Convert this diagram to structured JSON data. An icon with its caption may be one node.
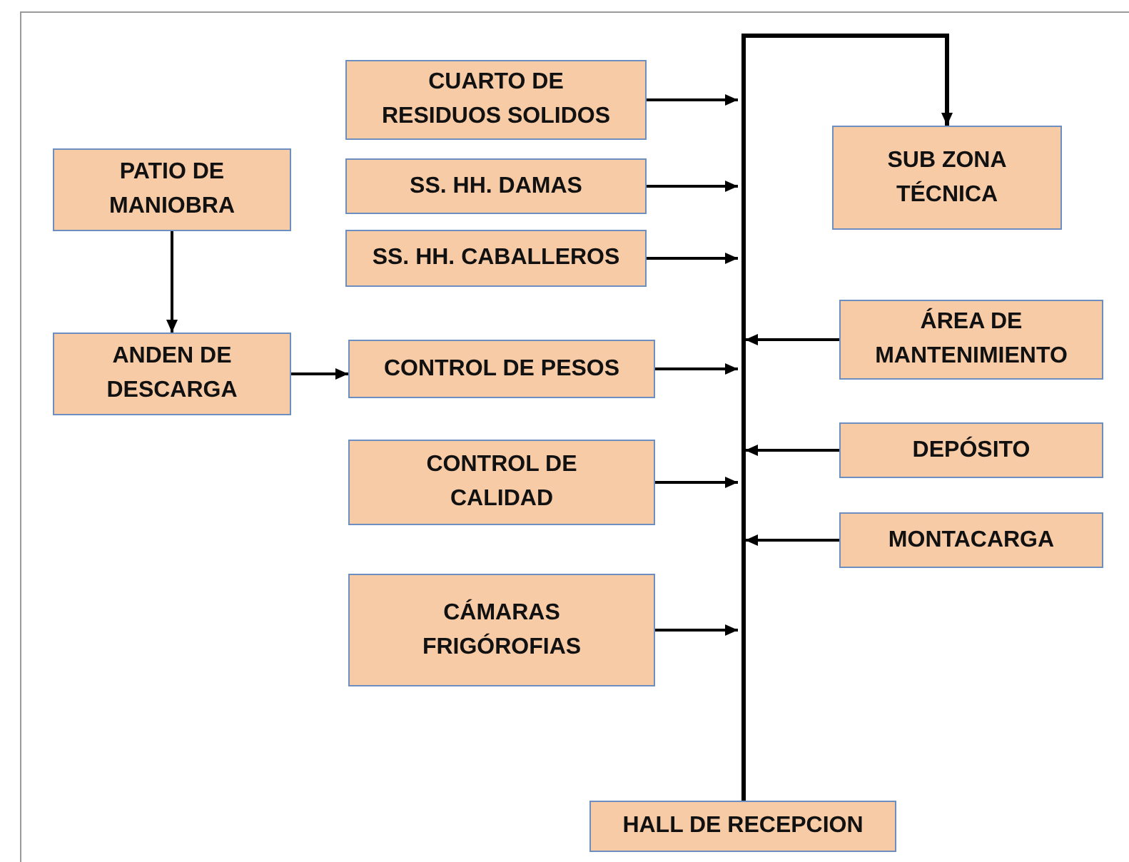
{
  "diagram": {
    "nodes": [
      {
        "text": [
          "CUARTO DE RESIDUOS SOLIDOS"
        ]
      },
      {
        "text": [
          "SUB ZONA TÉCNICA"
        ]
      },
      {
        "text": [
          "PATIO DE MANIOBRA"
        ]
      },
      {
        "text": [
          "SS. HH. DAMAS"
        ]
      },
      {
        "text": [
          "SS. HH. CABALLEROS"
        ]
      },
      {
        "text": [
          "ANDEN DE DESCARGA"
        ]
      },
      {
        "text": [
          "CONTROL DE PESOS"
        ]
      },
      {
        "text": [
          "ÁREA DE MANTENIMIENTO"
        ]
      },
      {
        "text": [
          "DEPÓSITO"
        ]
      },
      {
        "text": [
          "CONTROL DE CALIDAD"
        ]
      },
      {
        "text": [
          "MONTACARGA"
        ]
      },
      {
        "text": [
          "CÁMARAS FRIGÓROFIAS"
        ]
      },
      {
        "text": [
          "HALL DE RECEPCION"
        ]
      }
    ],
    "edges": [
      {
        "from": 12,
        "to": 1,
        "arrow": "to"
      },
      {
        "from": 2,
        "to": 5,
        "arrow": "to"
      },
      {
        "from": 5,
        "to": 6,
        "arrow": "to"
      },
      {
        "from": 0,
        "to": null,
        "arrow": "to"
      },
      {
        "from": 3,
        "to": null,
        "arrow": "to"
      },
      {
        "from": 4,
        "to": null,
        "arrow": "to"
      },
      {
        "from": 6,
        "to": null,
        "arrow": "to"
      },
      {
        "from": 9,
        "to": null,
        "arrow": "to"
      },
      {
        "from": 11,
        "to": null,
        "arrow": "to"
      },
      {
        "from": 7,
        "to": null,
        "arrow": "to"
      },
      {
        "from": 8,
        "to": null,
        "arrow": "to"
      },
      {
        "from": 10,
        "to": null,
        "arrow": "to"
      }
    ]
  }
}
